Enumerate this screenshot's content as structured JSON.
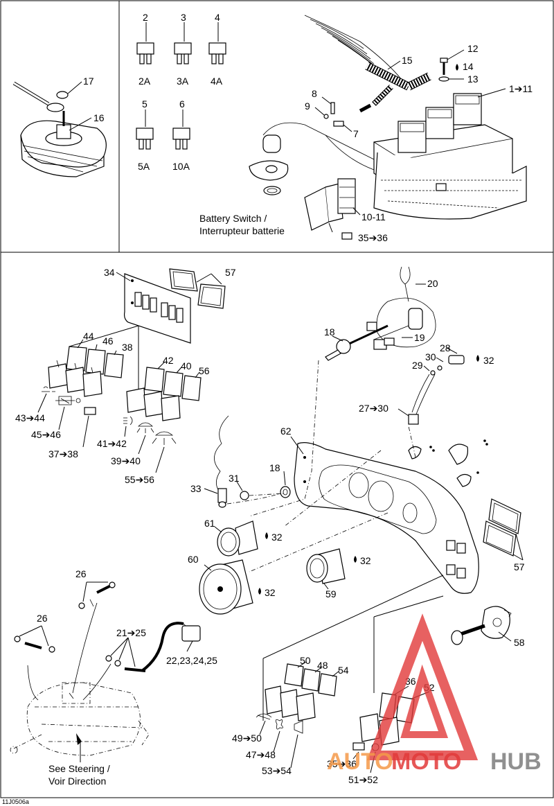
{
  "diagram_code": "11J0506a",
  "watermark": {
    "part1": "AUTO",
    "part2": "MOTO",
    "part3": "HUB",
    "color_red": "#e23a3a",
    "color_orange": "#f59a4a",
    "color_gray": "#7d7d7d"
  },
  "labels": {
    "p2": "2",
    "p3": "3",
    "p4": "4",
    "p5": "5",
    "p6": "6",
    "a2": "2A",
    "a3": "3A",
    "a4": "4A",
    "a5": "5A",
    "a10": "10A",
    "p7": "7",
    "p8": "8",
    "p9": "9",
    "p12": "12",
    "p13": "13",
    "p14": "14",
    "p15": "15",
    "p16": "16",
    "p17": "17",
    "p1_11": "1➔11",
    "p10_11": "10-11",
    "battery_switch_en": "Battery Switch /",
    "battery_switch_fr": "Interrupteur batterie",
    "p35_36_top": "35➔36",
    "p34": "34",
    "p57a": "57",
    "p44": "44",
    "p46": "46",
    "p38": "38",
    "p42": "42",
    "p40": "40",
    "p56": "56",
    "p43_44": "43➔44",
    "p45_46": "45➔46",
    "p37_38": "37➔38",
    "p41_42": "41➔42",
    "p39_40": "39➔40",
    "p55_56": "55➔56",
    "p20": "20",
    "p18a": "18",
    "p19": "19",
    "p28": "28",
    "p29": "29",
    "p30": "30",
    "p32a": "32",
    "p27_30": "27➔30",
    "p62": "62",
    "p18b": "18",
    "p33": "33",
    "p31": "31",
    "p61": "61",
    "p32b": "32",
    "p60": "60",
    "p32c": "32",
    "p59": "59",
    "p32d": "32",
    "p57b": "57",
    "p26a": "26",
    "p26b": "26",
    "p21_25": "21➔25",
    "p22_25": "22,23,24,25",
    "see_steering_en": "See  Steering /",
    "see_steering_fr": "Voir Direction",
    "p58": "58",
    "p50": "50",
    "p48": "48",
    "p54": "54",
    "p36": "36",
    "p52": "52",
    "p49_50": "49➔50",
    "p47_48": "47➔48",
    "p53_54": "53➔54",
    "p35_36_bot": "35➔36",
    "p51_52": "51➔52"
  }
}
